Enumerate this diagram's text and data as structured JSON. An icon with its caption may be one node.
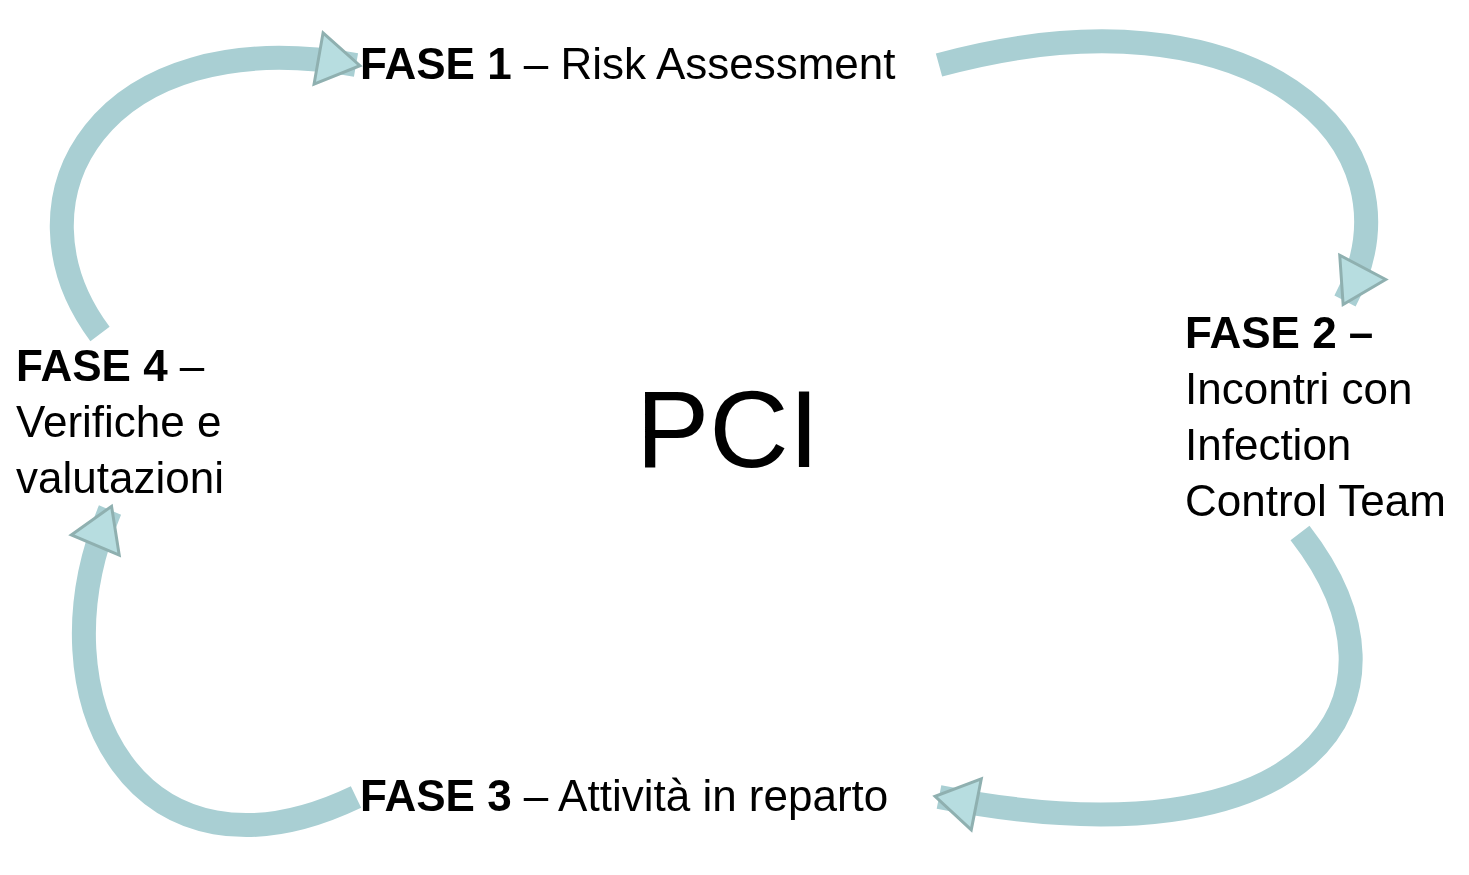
{
  "diagram": {
    "nodes": [
      {
        "text": [
          "**FASE 1** – Risk Assessment"
        ]
      },
      {
        "text": [
          "**FASE 2 –** Incontri con Infection Control Team"
        ]
      },
      {
        "text": [
          "PCI"
        ]
      },
      {
        "text": [
          "**FASE 4** – Verifiche e valutazioni"
        ]
      },
      {
        "text": [
          "**FASE 3** – Attività in reparto"
        ]
      }
    ],
    "edges": [
      {
        "from": 0,
        "to": 1,
        "arrow": "to"
      },
      {
        "from": 1,
        "to": 4,
        "arrow": "to"
      },
      {
        "from": 4,
        "to": 3,
        "arrow": "to"
      },
      {
        "from": 3,
        "to": 0,
        "arrow": "to"
      }
    ]
  }
}
